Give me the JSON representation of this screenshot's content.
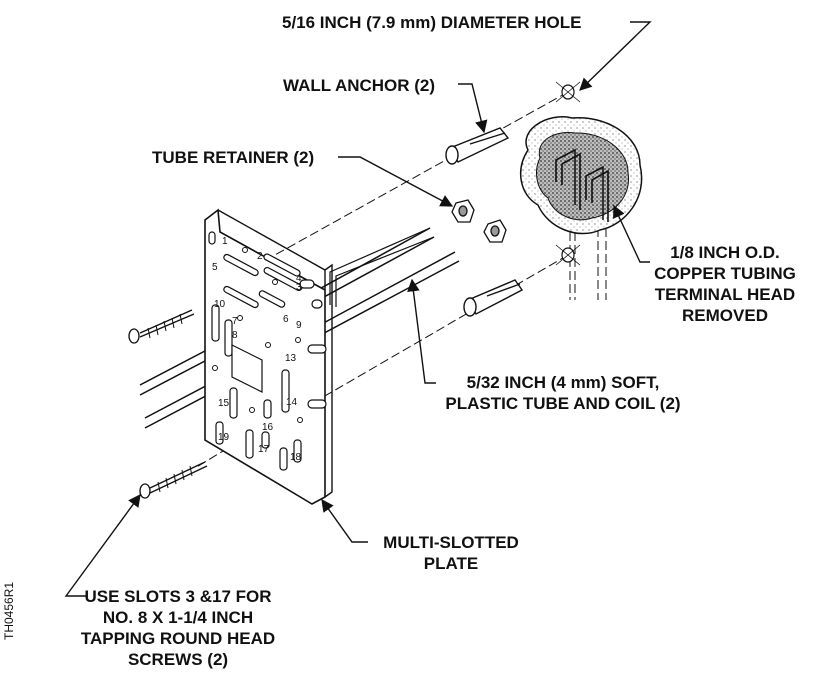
{
  "labels": {
    "hole": "5/16 INCH  (7.9 mm) DIAMETER HOLE",
    "wall_anchor": "WALL ANCHOR (2)",
    "tube_retainer": "TUBE RETAINER (2)",
    "copper": [
      "1/8 INCH O.D.",
      "COPPER TUBING",
      "TERMINAL HEAD",
      "REMOVED"
    ],
    "plastic_tube": [
      "5/32 INCH (4 mm) SOFT,",
      "PLASTIC TUBE AND COIL (2)"
    ],
    "plate": [
      "MULTI-SLOTTED",
      "PLATE"
    ],
    "screws": [
      "USE SLOTS 3 &17 FOR",
      "NO. 8 X 1-1/4 INCH",
      "TAPPING ROUND HEAD",
      "SCREWS (2)"
    ]
  },
  "slot_numbers": [
    "1",
    "2",
    "3",
    "4",
    "5",
    "6",
    "7",
    "8",
    "9",
    "10",
    "13",
    "14",
    "15",
    "16",
    "17",
    "18",
    "19"
  ],
  "figure_code": "TH0456R1"
}
